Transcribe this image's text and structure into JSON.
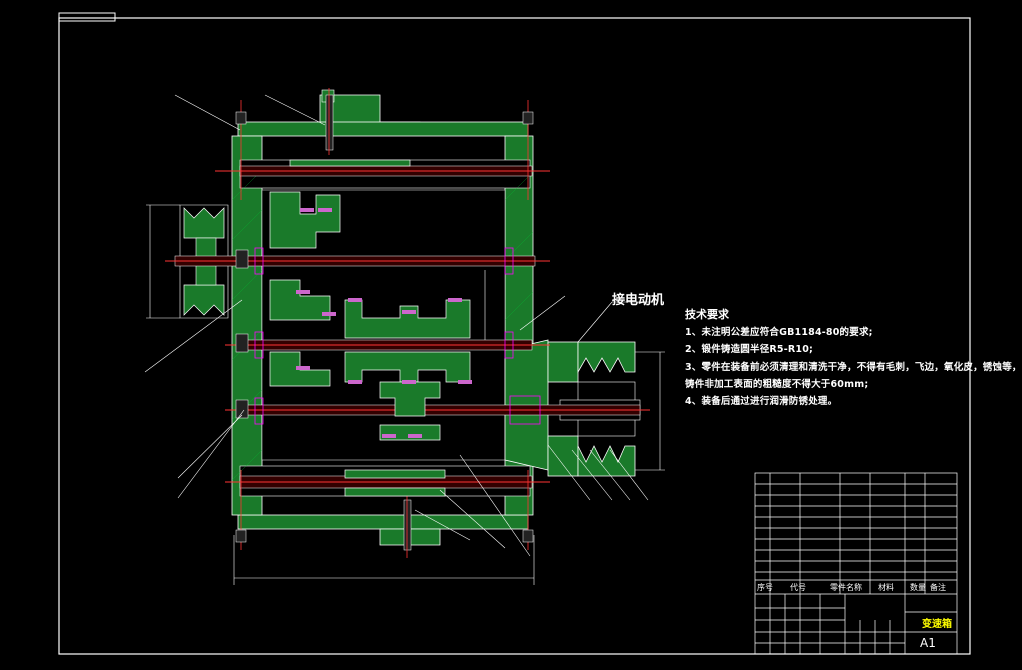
{
  "drawing": {
    "motor_callout": "接电动机",
    "tech_requirements": {
      "title": "技术要求",
      "items": [
        "1、未注明公差应符合GB1184-80的要求;",
        "2、锻件铸造圆半径R5-R10;",
        "3、零件在装备前必须清理和清洗干净，不得有毛刺，飞边，氧化皮，锈蚀等，",
        "铸件非加工表面的粗糙度不得大于60mm;",
        "4、装备后通过进行润滑防锈处理。"
      ]
    },
    "title_block": {
      "drawing_name": "变速箱",
      "sheet_size": "A1",
      "header_labels": [
        "序号",
        "代号",
        "零件名称",
        "材料",
        "数量",
        "备注"
      ]
    }
  }
}
